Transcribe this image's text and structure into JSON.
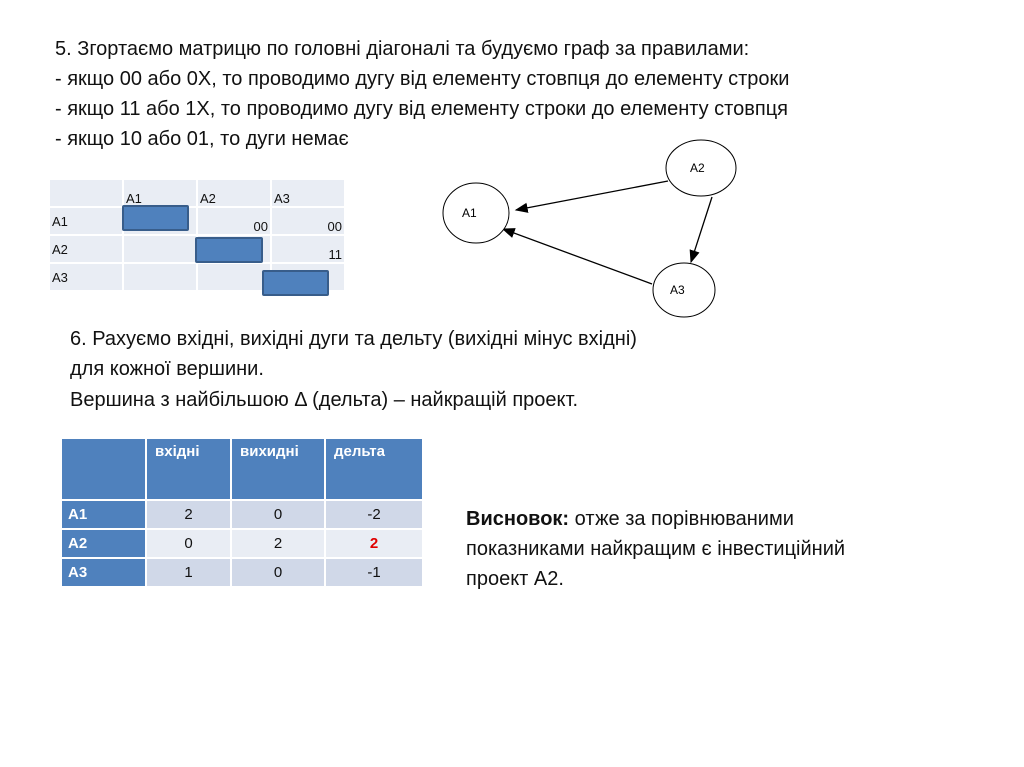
{
  "step5": {
    "lines": [
      "5. Згортаємо матрицю по головні діагоналі та будуємо граф за правилами:",
      "- якщо 00 або 0Х, то проводимо дугу від елементу стовпця до елементу строки",
      "- якщо 11 або 1Х, то проводимо дугу від елементу строки до елементу стовпця",
      "- якщо 10 або 01, то дуги немає"
    ]
  },
  "matrix": {
    "cols": [
      "A1",
      "A2",
      "A3"
    ],
    "rows": [
      {
        "label": "A1",
        "cells": [
          "",
          "00",
          "00"
        ]
      },
      {
        "label": "A2",
        "cells": [
          "",
          "",
          "11"
        ]
      },
      {
        "label": "A3",
        "cells": [
          "",
          "",
          ""
        ]
      }
    ]
  },
  "graph": {
    "nodes": [
      "A1",
      "A2",
      "A3"
    ],
    "edges": [
      [
        "A2",
        "A1"
      ],
      [
        "A2",
        "A3"
      ],
      [
        "A3",
        "A1"
      ]
    ]
  },
  "step6": {
    "lines": [
      "6. Рахуємо вхідні, вихідні дуги та дельту (вихідні мінус вхідні)",
      "для кожної вершини.",
      "Вершина з найбільшою Δ (дельта) – найкращій проект."
    ]
  },
  "results": {
    "headers": [
      "",
      "вхідні",
      "вихидні",
      "дельта"
    ],
    "rows": [
      {
        "label": "A1",
        "in": "2",
        "out": "0",
        "delta": "-2"
      },
      {
        "label": "A2",
        "in": "0",
        "out": "2",
        "delta": "2"
      },
      {
        "label": "A3",
        "in": "1",
        "out": "0",
        "delta": "-1"
      }
    ],
    "highlight_color": "#e00000"
  },
  "conclusion": {
    "bold": "Висновок:",
    "lines": [
      " отже за порівнюваними",
      "показниками найкращим є інвестиційний",
      "проект А2."
    ]
  }
}
